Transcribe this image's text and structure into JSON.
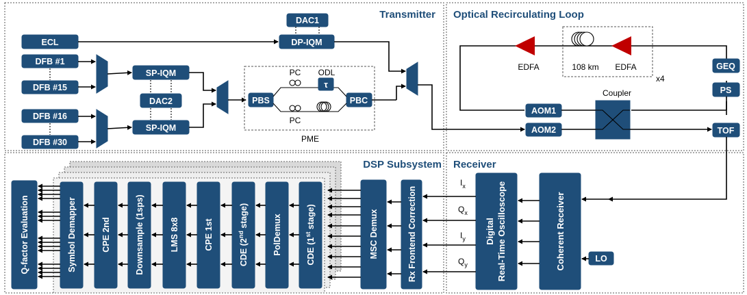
{
  "sections": {
    "transmitter": "Transmitter",
    "loop": "Optical Recirculating Loop",
    "dsp": "DSP Subsystem",
    "receiver": "Receiver"
  },
  "tx": {
    "ecl": "ECL",
    "dac1": "DAC1",
    "dp_iqm": "DP-IQM",
    "dfb1": "DFB #1",
    "dfb15": "DFB #15",
    "dfb16": "DFB #16",
    "dfb30": "DFB #30",
    "sp_iqm": "SP-IQM",
    "dac2": "DAC2",
    "pbs": "PBS",
    "pbc": "PBC",
    "pc": "PC",
    "odl": "ODL",
    "tau": "τ",
    "pme": "PME"
  },
  "loop": {
    "edfa": "EDFA",
    "fiber": "108 km",
    "x4": "x4",
    "geq": "GEQ",
    "ps": "PS",
    "coupler": "Coupler",
    "aom1": "AOM1",
    "aom2": "AOM2",
    "tof": "TOF"
  },
  "rx": {
    "coherent": "Coherent Receiver",
    "lo": "LO",
    "osc_line1": "Digital",
    "osc_line2": "Real-Time Oscilloscope",
    "ix": "I",
    "ix_sub": "x",
    "qx": "Q",
    "qx_sub": "x",
    "iy": "I",
    "iy_sub": "y",
    "qy": "Q",
    "qy_sub": "y"
  },
  "dsp": {
    "q_factor": "Q-factor Evaluation",
    "symbol_demapper": "Symbol Demapper",
    "cpe2": "CPE 2nd",
    "downsample": "Downsample (1sps)",
    "lms": "LMS 8x8",
    "cpe1": "CPE 1st",
    "cde2_a": "CDE (2",
    "cde2_sup": "nd",
    "cde2_b": " stage)",
    "poldemux": "PolDemux",
    "cde1_a": "CDE (1",
    "cde1_sup": "st",
    "cde1_b": " stage)",
    "msc_demux": "MSC Demux",
    "rx_frontend": "Rx Frontend Correction"
  }
}
